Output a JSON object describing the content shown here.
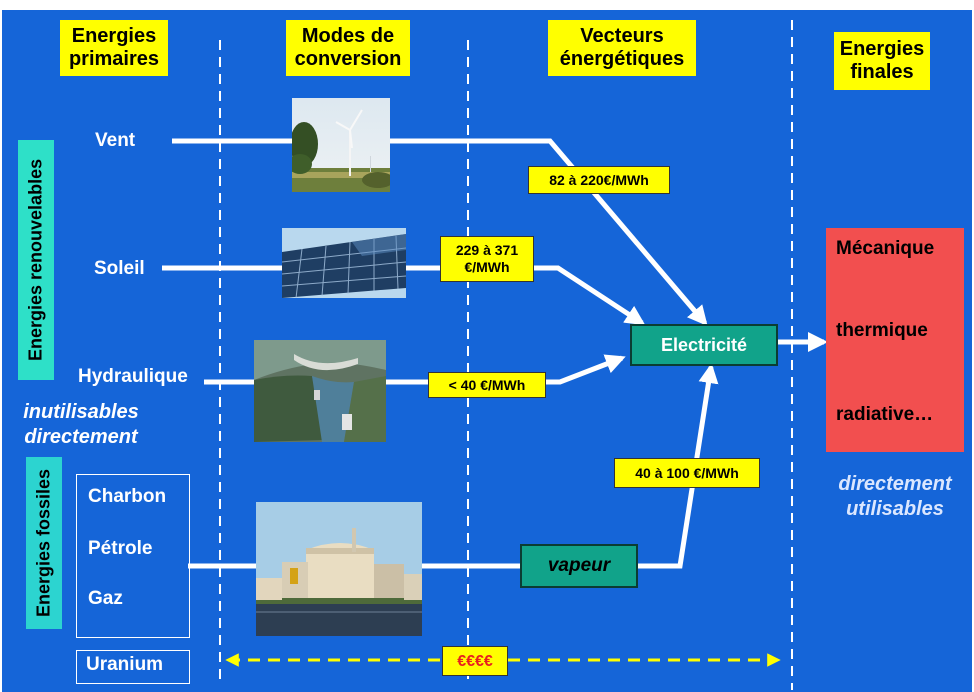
{
  "headers": {
    "primary": "Energies primaires",
    "conversion": "Modes de conversion",
    "vectors": "Vecteurs énergétiques",
    "final": "Energies finales"
  },
  "side_labels": {
    "renewables": "Energies renouvelables",
    "fossils": "Energies fossiles"
  },
  "sources": {
    "wind": "Vent",
    "sun": "Soleil",
    "hydro": "Hydraulique",
    "coal": "Charbon",
    "oil": "Pétrole",
    "gas": "Gaz",
    "uranium": "Uranium"
  },
  "notes": {
    "not_usable_1": "inutilisables",
    "not_usable_2": "directement",
    "usable_1": "directement",
    "usable_2": "utilisables"
  },
  "prices": {
    "wind": "82 à 220€/MWh",
    "solar_1": "229 à 371",
    "solar_2": "€/MWh",
    "hydro": "< 40 €/MWh",
    "thermal": "40 à 100 €/MWh",
    "cost": "€€€€"
  },
  "vectors": {
    "electricity": "Electricité",
    "steam": "vapeur"
  },
  "final_forms": {
    "mechanical": "Mécanique",
    "thermal": "thermique",
    "radiative": "radiative…"
  },
  "colors": {
    "background": "#1565d8",
    "label_yellow": "#ffff00",
    "vector_teal": "#11a38a",
    "final_red": "#f24f4f",
    "renewables_cyan": "#2ee0c8",
    "fossils_cyan": "#2cd4d0"
  },
  "icons": {
    "wind": "wind-turbine-photo",
    "sun": "solar-panel-photo",
    "hydro": "dam-photo",
    "nuclear": "nuclear-plant-photo"
  }
}
